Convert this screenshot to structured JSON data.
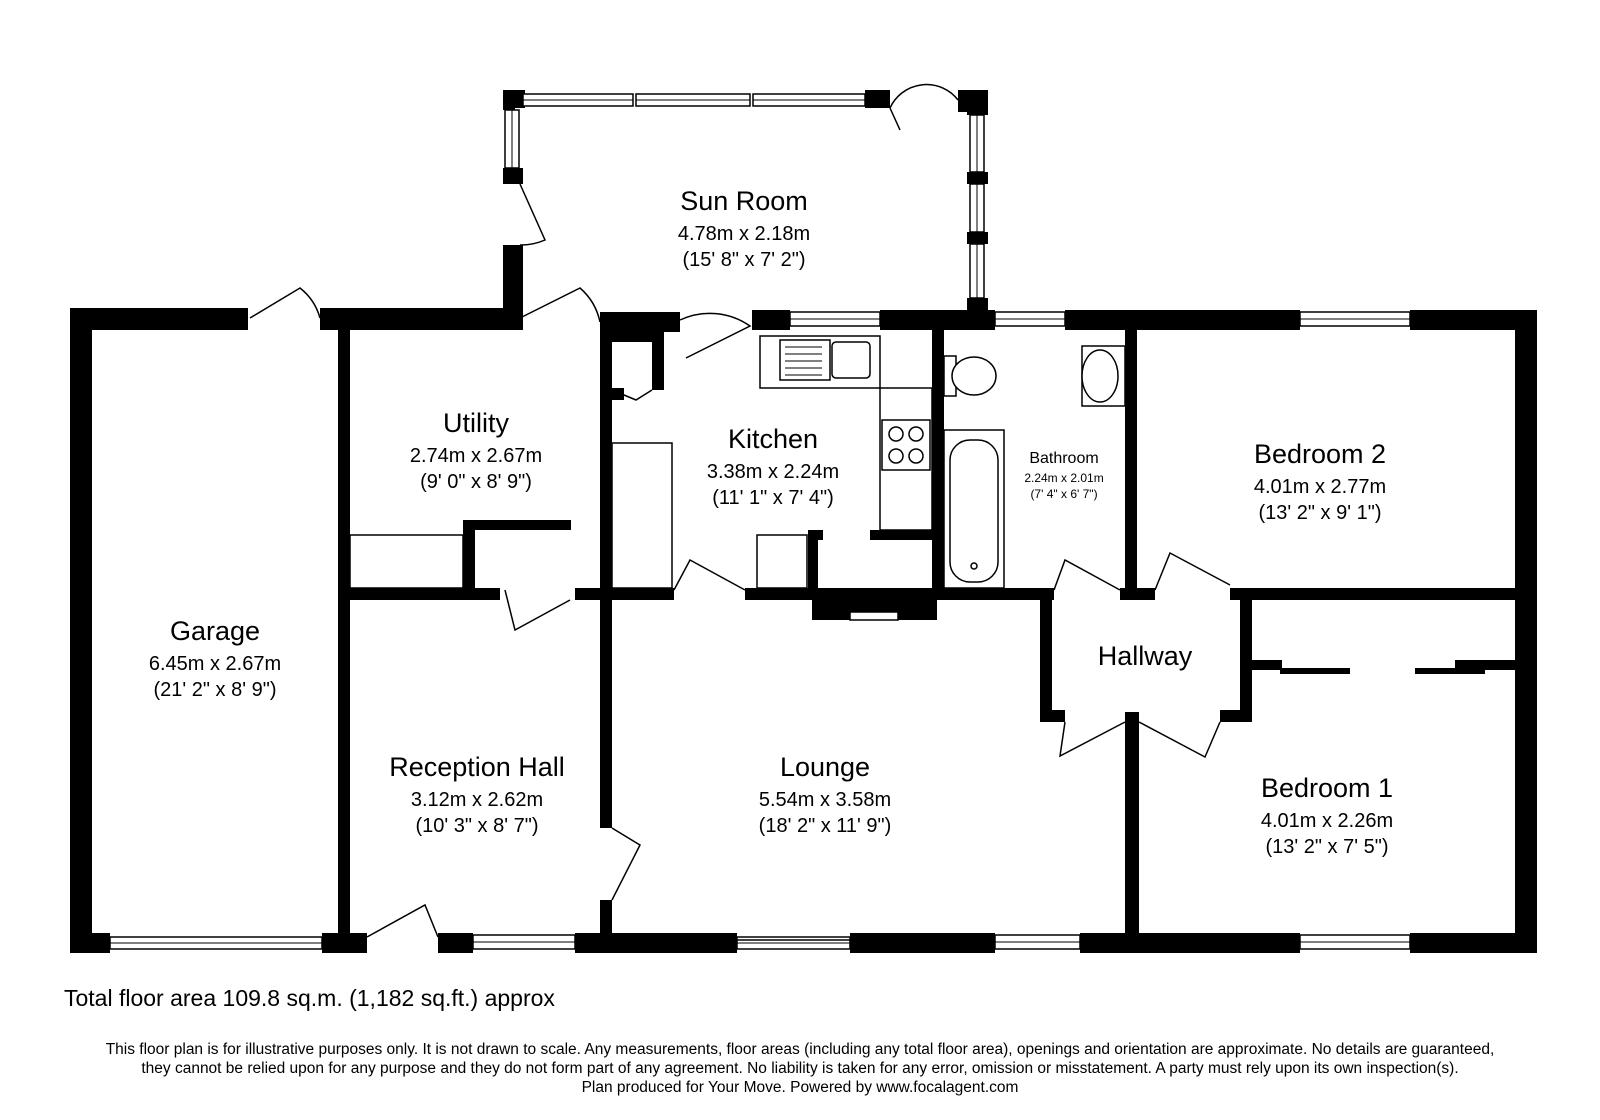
{
  "rooms": {
    "sun_room": {
      "name": "Sun Room",
      "metric": "4.78m x 2.18m",
      "imperial": "(15' 8\" x 7' 2\")"
    },
    "utility": {
      "name": "Utility",
      "metric": "2.74m x 2.67m",
      "imperial": "(9' 0\" x 8' 9\")"
    },
    "kitchen": {
      "name": "Kitchen",
      "metric": "3.38m x 2.24m",
      "imperial": "(11' 1\" x 7' 4\")"
    },
    "bathroom": {
      "name": "Bathroom",
      "metric": "2.24m x 2.01m",
      "imperial": "(7' 4\" x 6' 7\")"
    },
    "bedroom2": {
      "name": "Bedroom 2",
      "metric": "4.01m x 2.77m",
      "imperial": "(13' 2\" x 9' 1\")"
    },
    "garage": {
      "name": "Garage",
      "metric": "6.45m x 2.67m",
      "imperial": "(21' 2\" x 8' 9\")"
    },
    "hallway": {
      "name": "Hallway"
    },
    "reception": {
      "name": "Reception Hall",
      "metric": "3.12m x 2.62m",
      "imperial": "(10' 3\" x 8' 7\")"
    },
    "lounge": {
      "name": "Lounge",
      "metric": "5.54m x 3.58m",
      "imperial": "(18' 2\" x 11' 9\")"
    },
    "bedroom1": {
      "name": "Bedroom 1",
      "metric": "4.01m x 2.26m",
      "imperial": "(13' 2\" x 7' 5\")"
    }
  },
  "total_area": "Total floor area 109.8 sq.m. (1,182 sq.ft.) approx",
  "disclaimer": {
    "line1": "This floor plan is for illustrative purposes only. It is not drawn to scale. Any measurements, floor areas (including any total floor area), openings and orientation are approximate. No details are guaranteed,",
    "line2": "they cannot be relied upon for any purpose and they do not form part of any agreement. No liability is taken for any error, omission or misstatement. A party must rely upon its own inspection(s).",
    "line3": "Plan produced for Your Move. Powered by www.focalagent.com"
  },
  "colors": {
    "wall": "#000000",
    "background": "#ffffff"
  }
}
